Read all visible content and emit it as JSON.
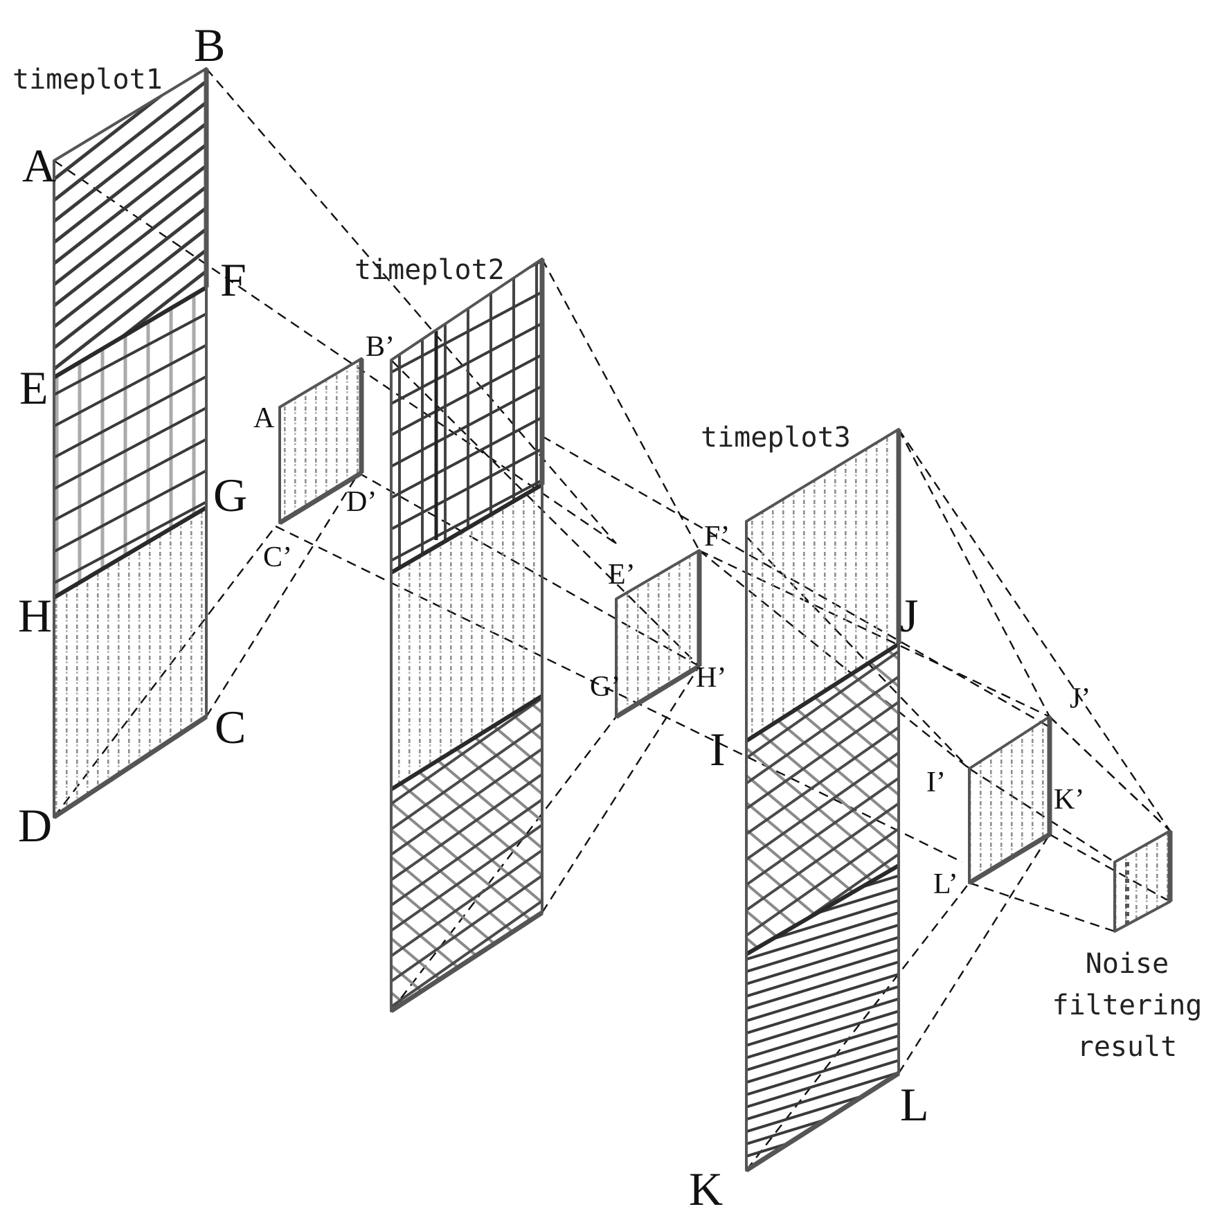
{
  "timeplots": [
    {
      "title": "timeplot1"
    },
    {
      "title": "timeplot2"
    },
    {
      "title": "timeplot3"
    }
  ],
  "points": {
    "A": "A",
    "B": "B",
    "C": "C",
    "D": "D",
    "E": "E",
    "F": "F",
    "G": "G",
    "H": "H",
    "I": "I",
    "J": "J",
    "K": "K",
    "L": "L",
    "A_p": "A",
    "B_p": "B’",
    "C_p": "C’",
    "D_p": "D’",
    "E_p": "E’",
    "F_p": "F’",
    "G_p": "G’",
    "H_p": "H’",
    "I_p": "I’",
    "J_p": "J’",
    "K_p": "K’",
    "L_p": "L’"
  },
  "result": {
    "line1": "Noise",
    "line2": "filtering",
    "line3": "result"
  }
}
